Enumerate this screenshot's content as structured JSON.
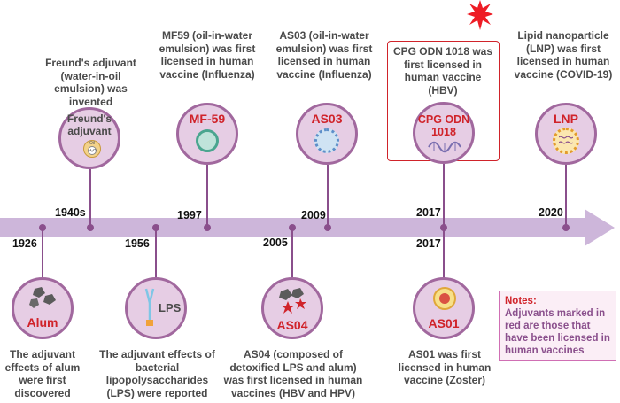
{
  "timeline": {
    "events": [
      {
        "id": "1926",
        "year": "1926",
        "label": "Alum",
        "description": "The adjuvant effects of alum were first discovered"
      },
      {
        "id": "1940s",
        "year": "1940s",
        "label": "Freund's adjuvant",
        "description": "Freund's adjuvant (water-in-oil emulsion) was invented",
        "inner_text_oil": "Oil",
        "inner_text_water": "H₂O"
      },
      {
        "id": "1956",
        "year": "1956",
        "label": "LPS",
        "description": "The adjuvant effects of bacterial lipopolysaccharides (LPS) were reported"
      },
      {
        "id": "1997",
        "year": "1997",
        "label": "MF-59",
        "description": "MF59 (oil-in-water emulsion) was first licensed in human vaccine (Influenza)"
      },
      {
        "id": "2005",
        "year": "2005",
        "label": "AS04",
        "description": "AS04 (composed of detoxified LPS and alum) was first licensed in human vaccines (HBV and HPV)"
      },
      {
        "id": "2009",
        "year": "2009",
        "label": "AS03",
        "description": "AS03 (oil-in-water emulsion) was first licensed in human vaccine (Influenza)"
      },
      {
        "id": "2017a",
        "year": "2017",
        "label": "CPG ODN 1018",
        "description": "CPG ODN 1018 was first licensed in human vaccine (HBV)"
      },
      {
        "id": "2017b",
        "year": "2017",
        "label": "AS01",
        "description": "AS01 was first licensed in human vaccine (Zoster)"
      },
      {
        "id": "2020",
        "year": "2020",
        "label": "LNP",
        "description": "Lipid nanoparticle (LNP) was first licensed in human vaccine (COVID-19)"
      }
    ]
  },
  "notes": {
    "title": "Notes:",
    "text": "Adjuvants marked in red are those that have been licensed in human vaccines"
  },
  "colors": {
    "axis": "#cdb6da",
    "circle_fill": "#e6cde4",
    "circle_border": "#a1689e",
    "licensed_label": "#d0232a",
    "unlicensed_label": "#4a4a4a",
    "text": "#4a4a4a",
    "highlight_star": "#ee1c25"
  }
}
